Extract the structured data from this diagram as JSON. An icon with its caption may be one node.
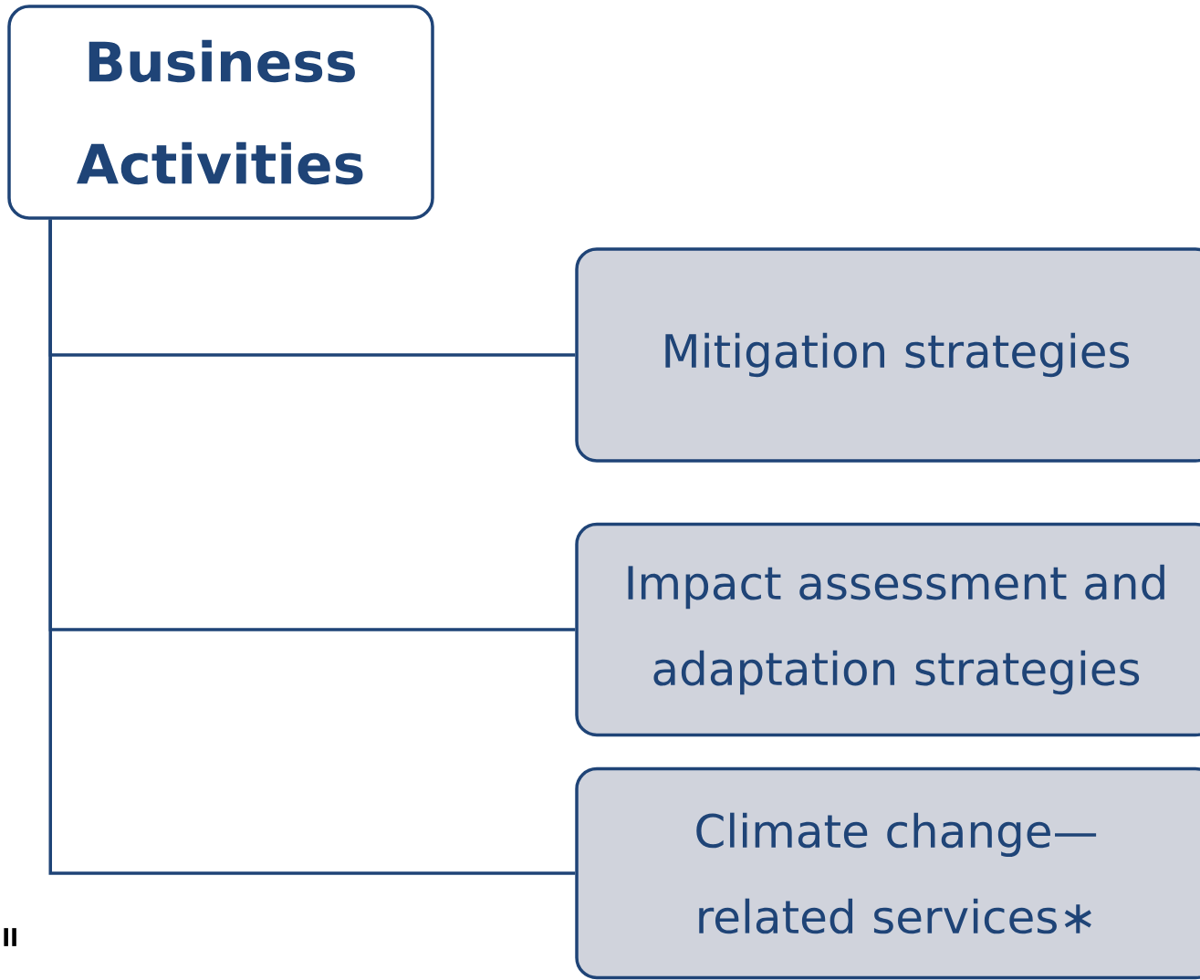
{
  "diagram": {
    "nodes": [
      {
        "text": [
          "Business Activities"
        ]
      },
      {
        "text": [
          "Mitigation strategies"
        ]
      },
      {
        "text": [
          "Impact assessment and adaptation strategies"
        ]
      },
      {
        "text": [
          "Climate change—related services∗"
        ]
      }
    ],
    "edges": [
      {
        "from": 0,
        "to": 1,
        "arrow": "none"
      },
      {
        "from": 0,
        "to": 2,
        "arrow": "none"
      },
      {
        "from": 0,
        "to": 3,
        "arrow": "none"
      }
    ],
    "labels": [
      "ll"
    ]
  }
}
